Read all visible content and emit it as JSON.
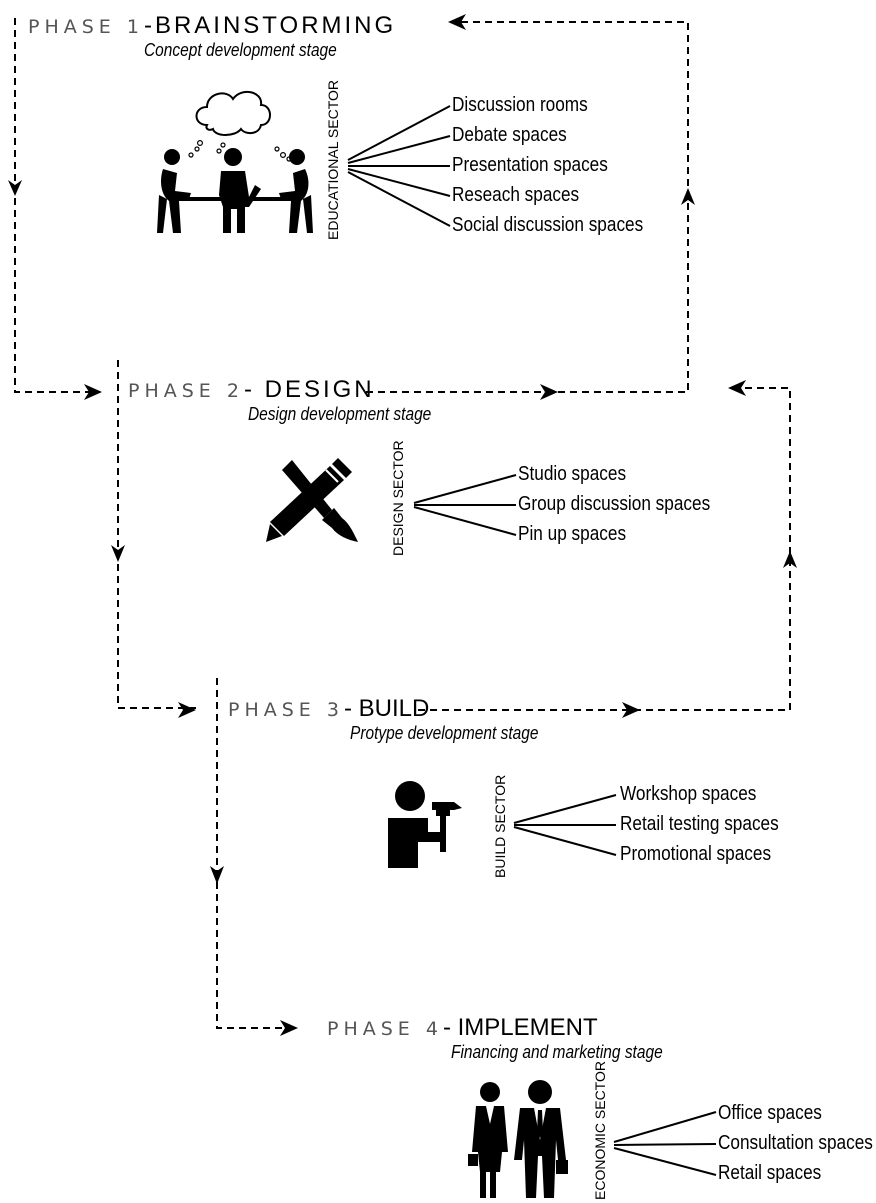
{
  "phases": [
    {
      "number_label": "PHASE 1",
      "name": "BRAINSTORMING",
      "subtitle": "Concept development stage",
      "sector": "EDUCATIONAL SECTOR",
      "icon": "people-meeting-icon",
      "spaces": [
        "Discussion rooms",
        "Debate spaces",
        "Presentation spaces",
        "Reseach spaces",
        "Social discussion spaces"
      ]
    },
    {
      "number_label": "PHASE 2",
      "name": "DESIGN",
      "subtitle": "Design development stage",
      "sector": "DESIGN SECTOR",
      "icon": "pencil-brush-icon",
      "spaces": [
        "Studio spaces",
        "Group discussion spaces",
        "Pin up spaces"
      ]
    },
    {
      "number_label": "PHASE 3",
      "name": "BUILD",
      "subtitle": "Protype development stage",
      "sector": "BUILD SECTOR",
      "icon": "person-hammer-icon",
      "spaces": [
        "Workshop spaces",
        "Retail testing spaces",
        "Promotional spaces"
      ]
    },
    {
      "number_label": "PHASE 4",
      "name": "IMPLEMENT",
      "subtitle": "Financing and marketing stage",
      "sector": "ECONOMIC SECTOR",
      "icon": "business-people-icon",
      "spaces": [
        "Office spaces",
        "Consultation spaces",
        "Retail spaces"
      ]
    }
  ]
}
